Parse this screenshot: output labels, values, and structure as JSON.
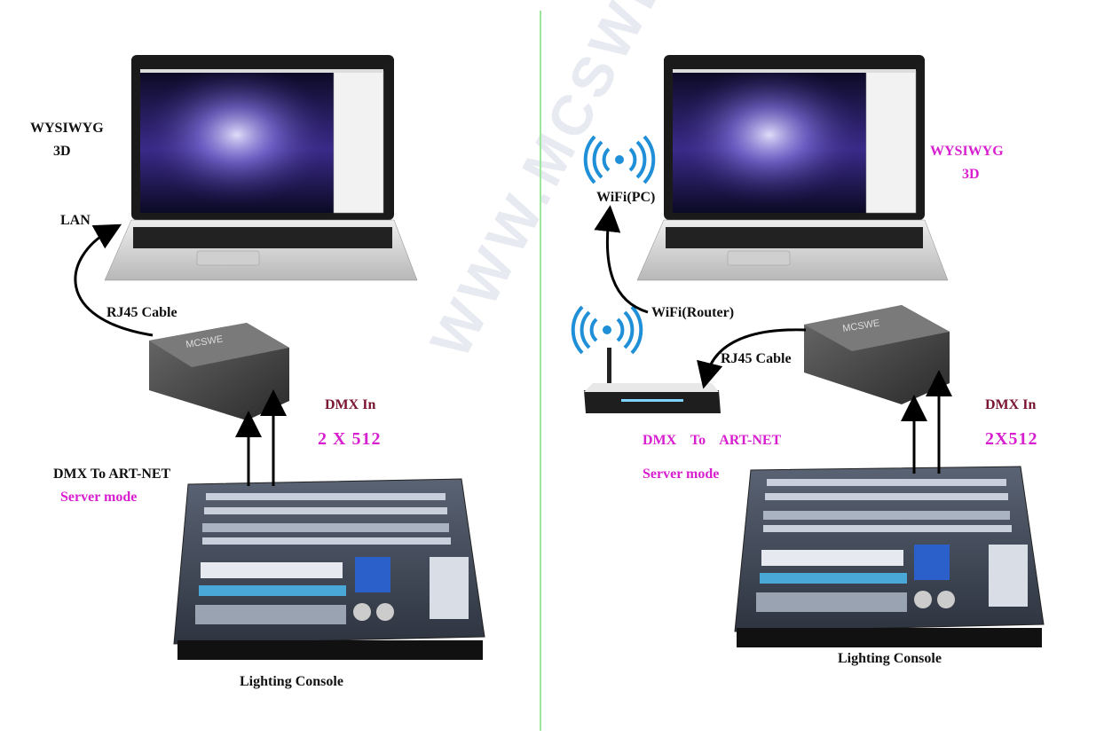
{
  "watermark": "WWW.MCSWE.COM",
  "box_brand": "MCSWE",
  "left": {
    "software": [
      "WYSIWYG",
      "3D"
    ],
    "lan": "LAN",
    "rj45": "RJ45 Cable",
    "dmx_in": "DMX In",
    "dmx_count": "2 X 512",
    "mode_title": "DMX To ART-NET",
    "mode_sub": "Server mode",
    "console": "Lighting Console"
  },
  "right": {
    "software": [
      "WYSIWYG",
      "3D"
    ],
    "wifi_pc": "WiFi(PC)",
    "wifi_router": "WiFi(Router)",
    "rj45": "RJ45 Cable",
    "dmx_in": "DMX In",
    "dmx_count": "2X512",
    "mode_title": "DMX    To    ART-NET",
    "mode_sub": "Server mode",
    "console": "Lighting Console"
  },
  "colors": {
    "magenta": "#d81fd0",
    "maroon": "#7a1430",
    "divider": "#9be79b",
    "wifi": "#1f8fd8"
  }
}
